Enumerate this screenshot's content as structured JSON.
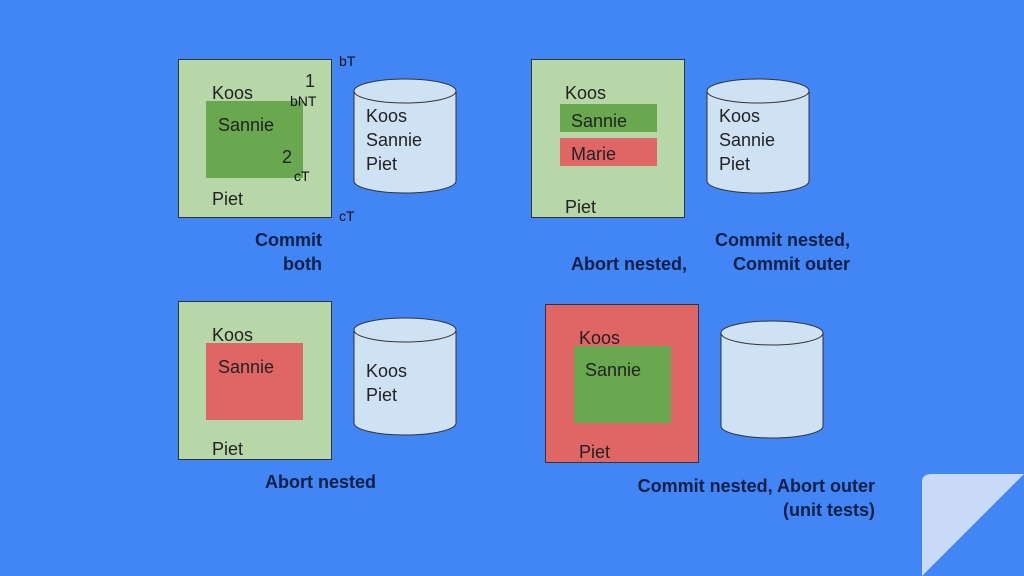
{
  "colors": {
    "background": "#4285f4",
    "light_green": "#b7d7a8",
    "green": "#6aa84f",
    "red": "#e06666",
    "cylinder": "#cfe2f3"
  },
  "panel1": {
    "koos": "Koos",
    "sannie": "Sannie",
    "piet": "Piet",
    "bt": "bT",
    "one": "1",
    "bnt": "bNT",
    "two": "2",
    "ct_inner": "cT",
    "ct_outer": "cT",
    "db": "Koos\nSannie\nPiet",
    "caption_line1": "Commit",
    "caption_line2": "both"
  },
  "panel2": {
    "koos": "Koos",
    "sannie": "Sannie",
    "marie": "Marie",
    "piet": "Piet",
    "db": "Koos\nSannie\nPiet",
    "caption_line1": "Commit nested,",
    "caption_left": "Abort nested,",
    "caption_right": "Commit outer"
  },
  "panel3": {
    "koos": "Koos",
    "sannie": "Sannie",
    "piet": "Piet",
    "db": "Koos\nPiet",
    "caption": "Abort nested"
  },
  "panel4": {
    "koos": "Koos",
    "sannie": "Sannie",
    "piet": "Piet",
    "db": "",
    "caption_line1": "Commit nested, Abort outer",
    "caption_line2": "(unit tests)"
  }
}
